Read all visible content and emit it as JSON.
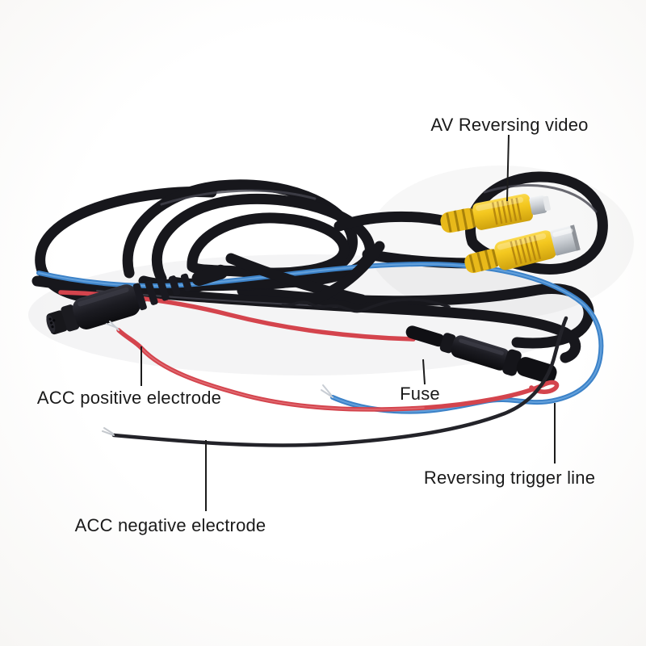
{
  "labels": {
    "av_video": "AV Reversing video",
    "acc_positive": "ACC positive electrode",
    "fuse": "Fuse",
    "reversing_trigger": "Reversing trigger line",
    "acc_negative": "ACC negative electrode"
  },
  "colors": {
    "background": "#fcfcfc",
    "cable_black": "#17171c",
    "wire_red": "#d4444d",
    "wire_blue": "#3c82c8",
    "connector_yellow": "#f4c81f",
    "metal_silver": "#c9ccd1",
    "label_text": "#1a1a1a"
  }
}
